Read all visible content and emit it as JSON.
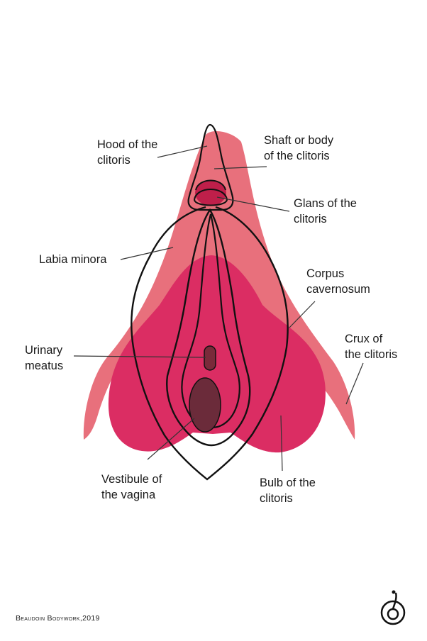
{
  "labels": {
    "hood": [
      "Hood of the",
      "clitoris"
    ],
    "shaft": [
      "Shaft or body",
      "of the clitoris"
    ],
    "glans": [
      "Glans of the",
      "clitoris"
    ],
    "labia_minora": [
      "Labia minora"
    ],
    "corpus": [
      "Corpus",
      "cavernosum"
    ],
    "urinary": [
      "Urinary",
      "meatus"
    ],
    "crux": [
      "Crux of",
      "the clitoris"
    ],
    "vestibule": [
      "Vestibule of",
      "the vagina"
    ],
    "bulb": [
      "Bulb of the",
      "clitoris"
    ]
  },
  "credit": "Beaudoin Bodywork,2019",
  "logo_icon": "monogram-logo-icon",
  "colors": {
    "light_pink": "#E8707C",
    "bulb_pink": "#DB2D63",
    "glans": "#BF1F4A",
    "meatus": "#7A2A3A",
    "vestibule": "#6B2B3A",
    "outline": "#111111"
  }
}
